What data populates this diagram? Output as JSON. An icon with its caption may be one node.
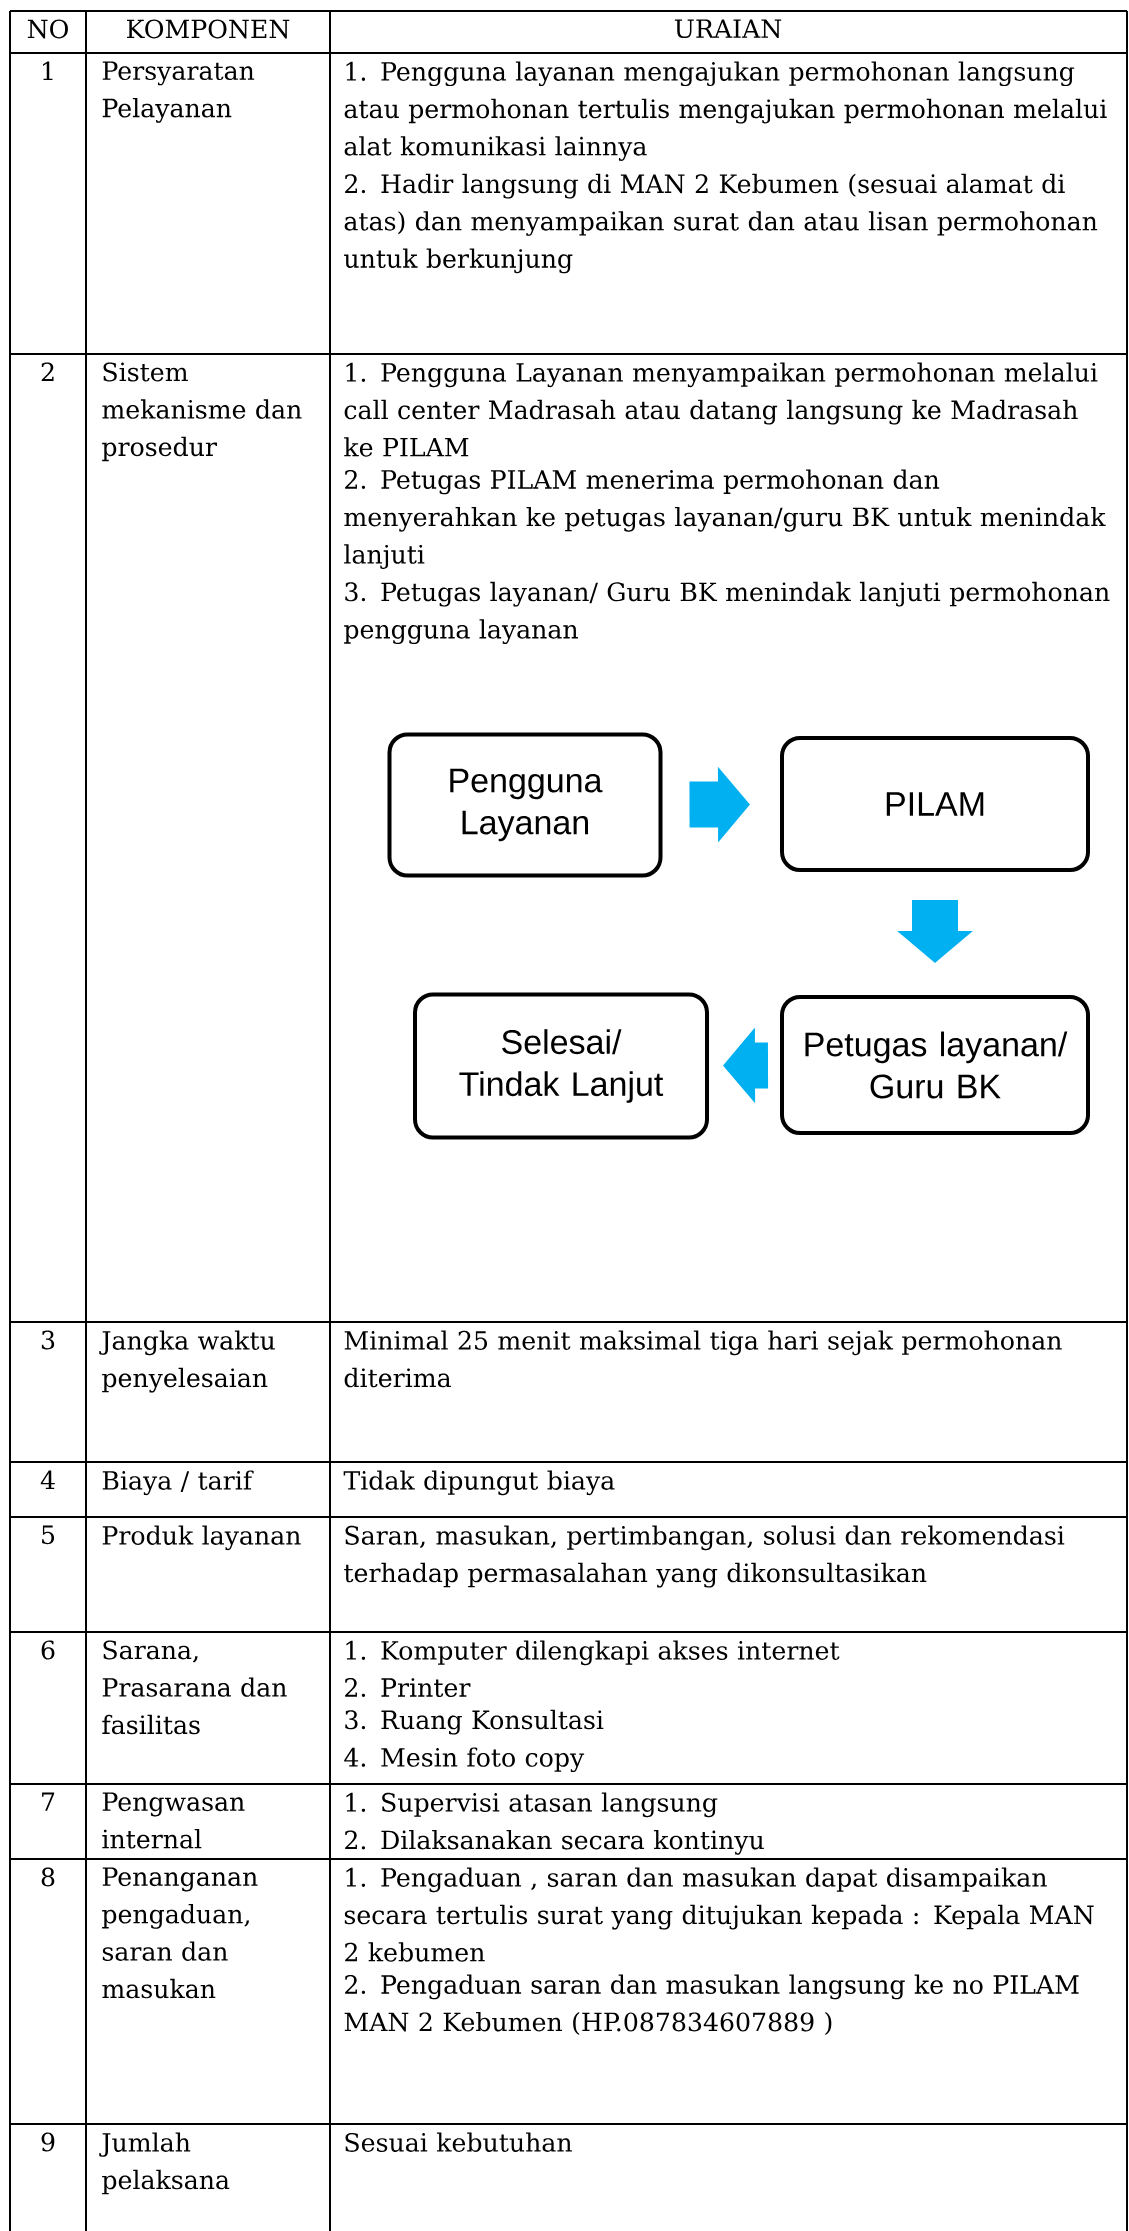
{
  "diagram": {
    "nodes": [
      {
        "text": [
          "Pengguna Layanan"
        ]
      },
      {
        "text": [
          "PILAM"
        ]
      },
      {
        "text": [
          "Selesai/ Tindak Lanjut"
        ]
      },
      {
        "text": [
          "Petugas layanan/ Guru BK"
        ]
      }
    ],
    "edges": [
      {
        "from": 0,
        "to": 1,
        "arrow": "to"
      },
      {
        "from": 1,
        "to": 3,
        "arrow": "to"
      },
      {
        "from": 3,
        "to": 2,
        "arrow": "to"
      }
    ],
    "labels": [
      "NO",
      "KOMPONEN",
      "URAIAN",
      "1",
      "Persyaratan Pelayanan",
      "1. Pengguna layanan mengajukan permohonan langsung atau permohonan tertulis mengajukan permohonan melalui alat komunikasi lainnya",
      "2. Hadir langsung di MAN 2 Kebumen (sesuai alamat di atas) dan menyampaikan surat dan atau lisan permohonan untuk berkunjung",
      "2",
      "Sistem mekanisme dan prosedur",
      "1. Pengguna Layanan menyampaikan permohonan melalui call center Madrasah atau datang langsung ke Madrasah ke PILAM",
      "2. Petugas PILAM menerima permohonan dan menyerahkan ke petugas layanan/guru BK untuk menindak lanjuti",
      "3. Petugas layanan/ Guru BK menindak lanjuti permohonan pengguna layanan",
      "3",
      "Jangka waktu penyelesaian",
      "Minimal 25 menit maksimal tiga hari sejak permohonan diterima",
      "4",
      "Biaya / tarif",
      "Tidak dipungut biaya",
      "5",
      "Produk layanan",
      "Saran, masukan, pertimbangan, solusi dan rekomendasi terhadap permasalahan yang dikonsultasikan",
      "6",
      "Sarana, Prasarana dan fasilitas",
      "1. Komputer dilengkapi akses internet",
      "2. Printer",
      "3. Ruang Konsultasi",
      "4. Mesin foto copy",
      "7",
      "Pengwasan internal",
      "1. Supervisi atasan langsung",
      "2. Dilaksanakan secara kontinyu",
      "8",
      "Penanganan pengaduan, saran dan masukan",
      "1. Pengaduan , saran dan masukan dapat disampaikan secara tertulis surat yang ditujukan kepada : Kepala MAN 2 kebumen",
      "2. Pengaduan saran dan masukan langsung ke no PILAM MAN 2 Kebumen (HP.087834607889 )",
      "9",
      "Jumlah pelaksana",
      "Sesuai kebutuhan"
    ]
  }
}
